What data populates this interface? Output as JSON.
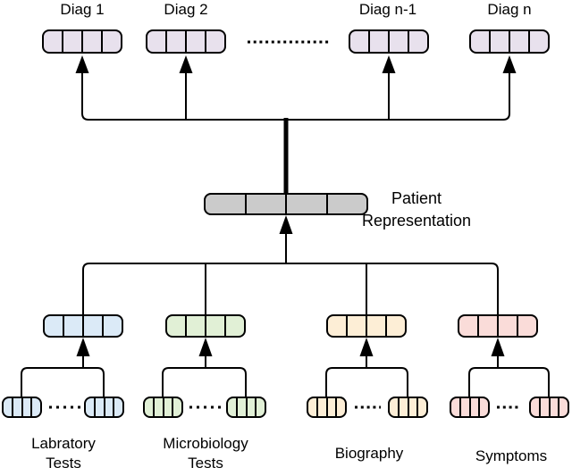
{
  "palette": {
    "line": "#000000",
    "diag_fill": "#e8e1ed",
    "patient_fill": "#cbcbcb",
    "laboratory_fill": "#dbeaf7",
    "microbiology_fill": "#e1f0d6",
    "biography_fill": "#fdeed6",
    "symptoms_fill": "#fadcd9"
  },
  "outputs": {
    "items": [
      {
        "label": "Diag 1"
      },
      {
        "label": "Diag 2"
      },
      {
        "label": "Diag n-1"
      },
      {
        "label": "Diag n"
      }
    ]
  },
  "center": {
    "label": "Patient\nRepresentation"
  },
  "inputs": [
    {
      "label": "Labratory\nTests"
    },
    {
      "label": "Microbiology\nTests"
    },
    {
      "label": "Biography"
    },
    {
      "label": "Symptoms"
    }
  ]
}
